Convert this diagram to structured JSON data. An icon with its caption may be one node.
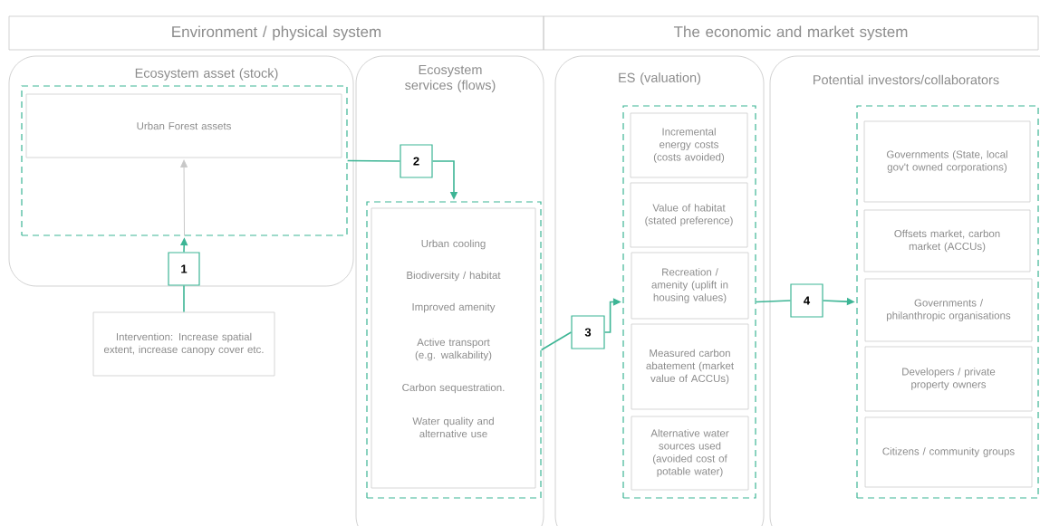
{
  "diagram": {
    "nodes": [
      {
        "text": [
          "Environment / physical system"
        ]
      },
      {
        "text": [
          "The economic and market system"
        ]
      },
      {
        "text": [
          "Ecosystem asset (stock)"
        ]
      },
      {
        "text": [],
        "shape": "box",
        "in": 2
      },
      {
        "text": [
          "Urban Forest assets"
        ],
        "in": 3
      },
      {
        "text": [
          "1"
        ],
        "in": 2
      },
      {
        "text": [
          "Intervention: Increase spatial extent, increase canopy cover etc."
        ]
      },
      {
        "text": [
          "Ecosystem services (flows)"
        ]
      },
      {
        "text": [
          "2"
        ],
        "in": 7
      },
      {
        "text": [],
        "shape": "box",
        "in": 7
      },
      {
        "text": [
          "Urban cooling",
          "Biodiversity / habitat",
          "Improved amenity",
          "Active transport (e.g. walkability)",
          "Carbon sequestration.",
          "Water quality and alternative use"
        ],
        "in": 9
      },
      {
        "text": [
          "ES (valuation)"
        ]
      },
      {
        "text": [
          "3"
        ],
        "in": 11
      },
      {
        "text": [],
        "shape": "box",
        "in": 11
      },
      {
        "text": [
          "Incremental energy costs (costs avoided)"
        ],
        "in": 13
      },
      {
        "text": [
          "Value of habitat (stated preference)"
        ],
        "in": 13
      },
      {
        "text": [
          "Recreation / amenity (uplift in housing values)"
        ],
        "in": 13
      },
      {
        "text": [
          "Measured carbon abatement (market value of ACCUs)"
        ],
        "in": 13
      },
      {
        "text": [
          "Alternative water sources used (avoided cost of potable water)"
        ],
        "in": 13
      },
      {
        "text": [
          "Potential investors/collaborators"
        ]
      },
      {
        "text": [
          "4"
        ],
        "in": 19
      },
      {
        "text": [],
        "shape": "box",
        "in": 19
      },
      {
        "text": [
          "Governments (State, local gov't owned corporations)"
        ],
        "in": 21
      },
      {
        "text": [
          "Offsets market, carbon market (ACCUs)"
        ],
        "in": 21
      },
      {
        "text": [
          "Governments / philanthropic organisations"
        ],
        "in": 21
      },
      {
        "text": [
          "Developers / private property owners"
        ],
        "in": 21
      },
      {
        "text": [
          "Citizens / community groups"
        ],
        "in": 21
      }
    ],
    "edges": [
      {
        "from": 6,
        "to": 5,
        "arrow": "none"
      },
      {
        "from": 5,
        "to": 3,
        "arrow": "to"
      },
      {
        "from": 3,
        "to": 4,
        "arrow": "to",
        "color": "#c8c8c8"
      },
      {
        "from": 3,
        "to": 8,
        "arrow": "none"
      },
      {
        "from": 8,
        "to": 9,
        "arrow": "to"
      },
      {
        "from": 9,
        "to": 12,
        "arrow": "none"
      },
      {
        "from": 12,
        "to": 13,
        "arrow": "to"
      },
      {
        "from": 13,
        "to": 20,
        "arrow": "none"
      },
      {
        "from": 20,
        "to": 21,
        "arrow": "to"
      }
    ]
  }
}
